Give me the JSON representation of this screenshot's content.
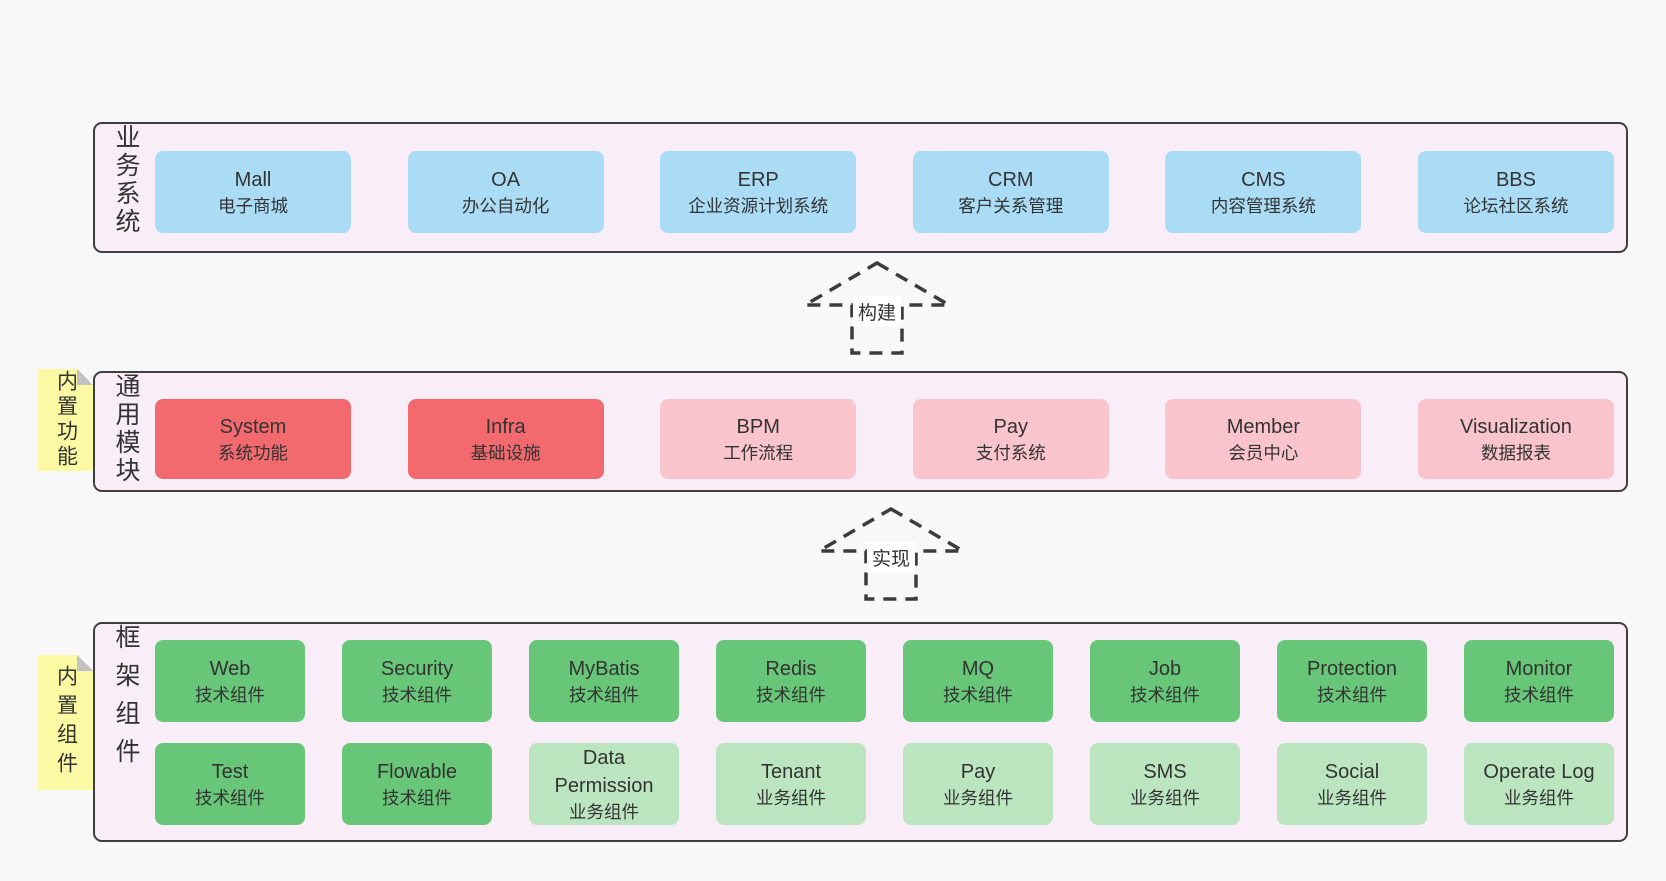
{
  "diagram": {
    "colors": {
      "blue": "#aadcf6",
      "red": "#f2696e",
      "pink": "#f9c4cc",
      "green": "#67c677",
      "light_green": "#bae5bf",
      "band_bg": "#f9eef8",
      "band_border": "#3f3f3f",
      "note_bg": "#fbf9a3",
      "page_bg": "#f8f8f8"
    },
    "arrows": [
      {
        "label": "构建"
      },
      {
        "label": "实现"
      }
    ],
    "bands": [
      {
        "label": "业务系统",
        "sticky": "",
        "rows": [
          [
            {
              "name": "Mall",
              "desc": "电子商城",
              "color": "blue"
            },
            {
              "name": "OA",
              "desc": "办公自动化",
              "color": "blue"
            },
            {
              "name": "ERP",
              "desc": "企业资源计划系统",
              "color": "blue"
            },
            {
              "name": "CRM",
              "desc": "客户关系管理",
              "color": "blue"
            },
            {
              "name": "CMS",
              "desc": "内容管理系统",
              "color": "blue"
            },
            {
              "name": "BBS",
              "desc": "论坛社区系统",
              "color": "blue"
            }
          ]
        ]
      },
      {
        "label": "通用模块",
        "sticky": "内置功能",
        "rows": [
          [
            {
              "name": "System",
              "desc": "系统功能",
              "color": "red"
            },
            {
              "name": "Infra",
              "desc": "基础设施",
              "color": "red"
            },
            {
              "name": "BPM",
              "desc": "工作流程",
              "color": "pink"
            },
            {
              "name": "Pay",
              "desc": "支付系统",
              "color": "pink"
            },
            {
              "name": "Member",
              "desc": "会员中心",
              "color": "pink"
            },
            {
              "name": "Visualization",
              "desc": "数据报表",
              "color": "pink"
            }
          ]
        ]
      },
      {
        "label": "框架组件",
        "sticky": "内置组件",
        "rows": [
          [
            {
              "name": "Web",
              "desc": "技术组件",
              "color": "green"
            },
            {
              "name": "Security",
              "desc": "技术组件",
              "color": "green"
            },
            {
              "name": "MyBatis",
              "desc": "技术组件",
              "color": "green"
            },
            {
              "name": "Redis",
              "desc": "技术组件",
              "color": "green"
            },
            {
              "name": "MQ",
              "desc": "技术组件",
              "color": "green"
            },
            {
              "name": "Job",
              "desc": "技术组件",
              "color": "green"
            },
            {
              "name": "Protection",
              "desc": "技术组件",
              "color": "green"
            },
            {
              "name": "Monitor",
              "desc": "技术组件",
              "color": "green"
            }
          ],
          [
            {
              "name": "Test",
              "desc": "技术组件",
              "color": "green"
            },
            {
              "name": "Flowable",
              "desc": "技术组件",
              "color": "green"
            },
            {
              "name": "Data Permission",
              "desc": "业务组件",
              "color": "light_green"
            },
            {
              "name": "Tenant",
              "desc": "业务组件",
              "color": "light_green"
            },
            {
              "name": "Pay",
              "desc": "业务组件",
              "color": "light_green"
            },
            {
              "name": "SMS",
              "desc": "业务组件",
              "color": "light_green"
            },
            {
              "name": "Social",
              "desc": "业务组件",
              "color": "light_green"
            },
            {
              "name": "Operate Log",
              "desc": "业务组件",
              "color": "light_green"
            }
          ]
        ]
      }
    ]
  }
}
